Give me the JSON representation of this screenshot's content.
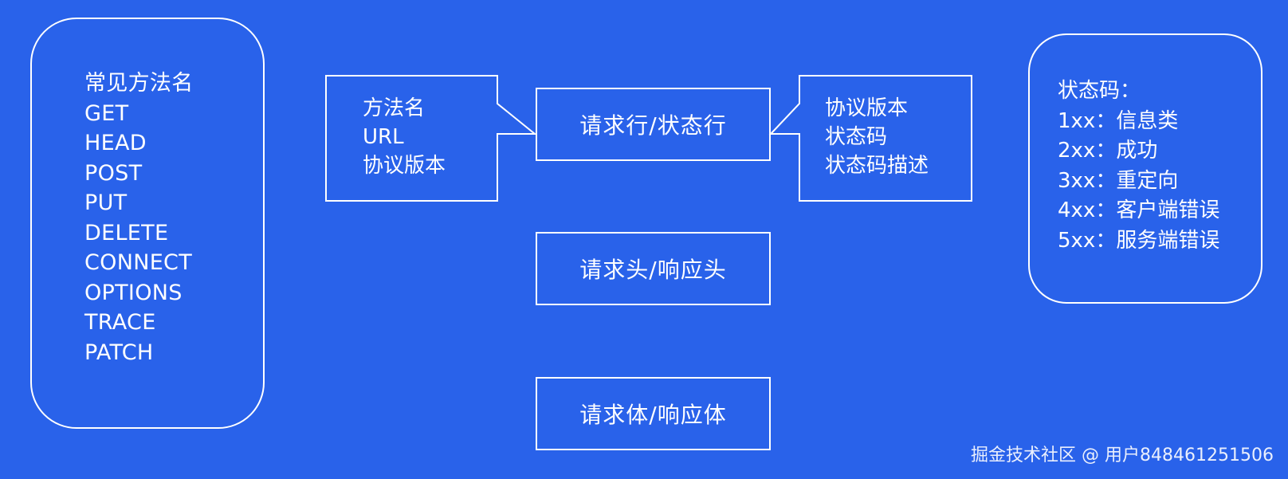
{
  "methods": {
    "title": "常见方法名",
    "items": [
      "GET",
      "HEAD",
      "POST",
      "PUT",
      "DELETE",
      "CONNECT",
      "OPTIONS",
      "TRACE",
      "PATCH"
    ]
  },
  "request_line_callout": {
    "lines": [
      "方法名",
      "URL",
      "协议版本"
    ]
  },
  "center_boxes": {
    "line": "请求行/状态行",
    "header": "请求头/响应头",
    "body": "请求体/响应体"
  },
  "status_line_callout": {
    "lines": [
      "协议版本",
      "状态码",
      "状态码描述"
    ]
  },
  "status_codes": {
    "title": "状态码：",
    "items": [
      "1xx：信息类",
      "2xx：成功",
      "3xx：重定向",
      "4xx：客户端错误",
      "5xx：服务端错误"
    ]
  },
  "watermark": "掘金技术社区 @ 用户848461251506",
  "colors": {
    "background": "#2962ea",
    "stroke": "#ffffff",
    "text": "#ffffff"
  }
}
